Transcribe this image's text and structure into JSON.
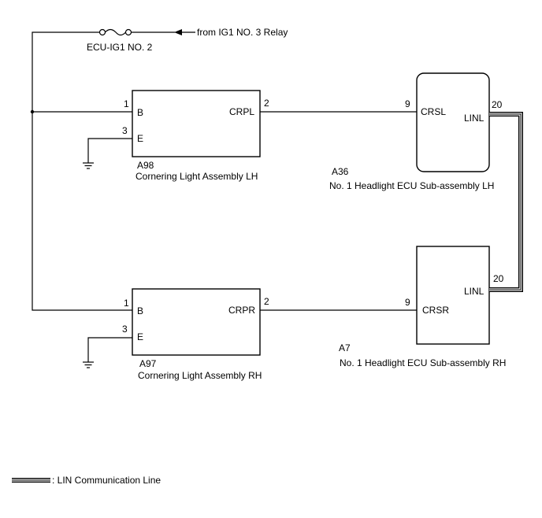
{
  "source": {
    "label": "from IG1 NO. 3 Relay"
  },
  "fuse": {
    "label": "ECU-IG1 NO. 2"
  },
  "components": {
    "lh_cornering": {
      "code": "A98",
      "name": "Cornering Light Assembly LH",
      "pin_b_num": "1",
      "pin_b": "B",
      "pin_e_num": "3",
      "pin_e": "E",
      "pin_out_num": "2",
      "pin_out": "CRPL"
    },
    "rh_cornering": {
      "code": "A97",
      "name": "Cornering Light Assembly RH",
      "pin_b_num": "1",
      "pin_b": "B",
      "pin_e_num": "3",
      "pin_e": "E",
      "pin_out_num": "2",
      "pin_out": "CRPR"
    },
    "lh_ecu": {
      "code": "A36",
      "name": "No. 1 Headlight ECU Sub-assembly LH",
      "pin_in_num": "9",
      "pin_in": "CRSL",
      "pin_lin_num": "20",
      "pin_lin": "LINL"
    },
    "rh_ecu": {
      "code": "A7",
      "name": "No. 1 Headlight ECU Sub-assembly RH",
      "pin_in_num": "9",
      "pin_in": "CRSR",
      "pin_lin_num": "20",
      "pin_lin": "LINL"
    }
  },
  "legend": {
    "label": ": LIN Communication Line"
  }
}
